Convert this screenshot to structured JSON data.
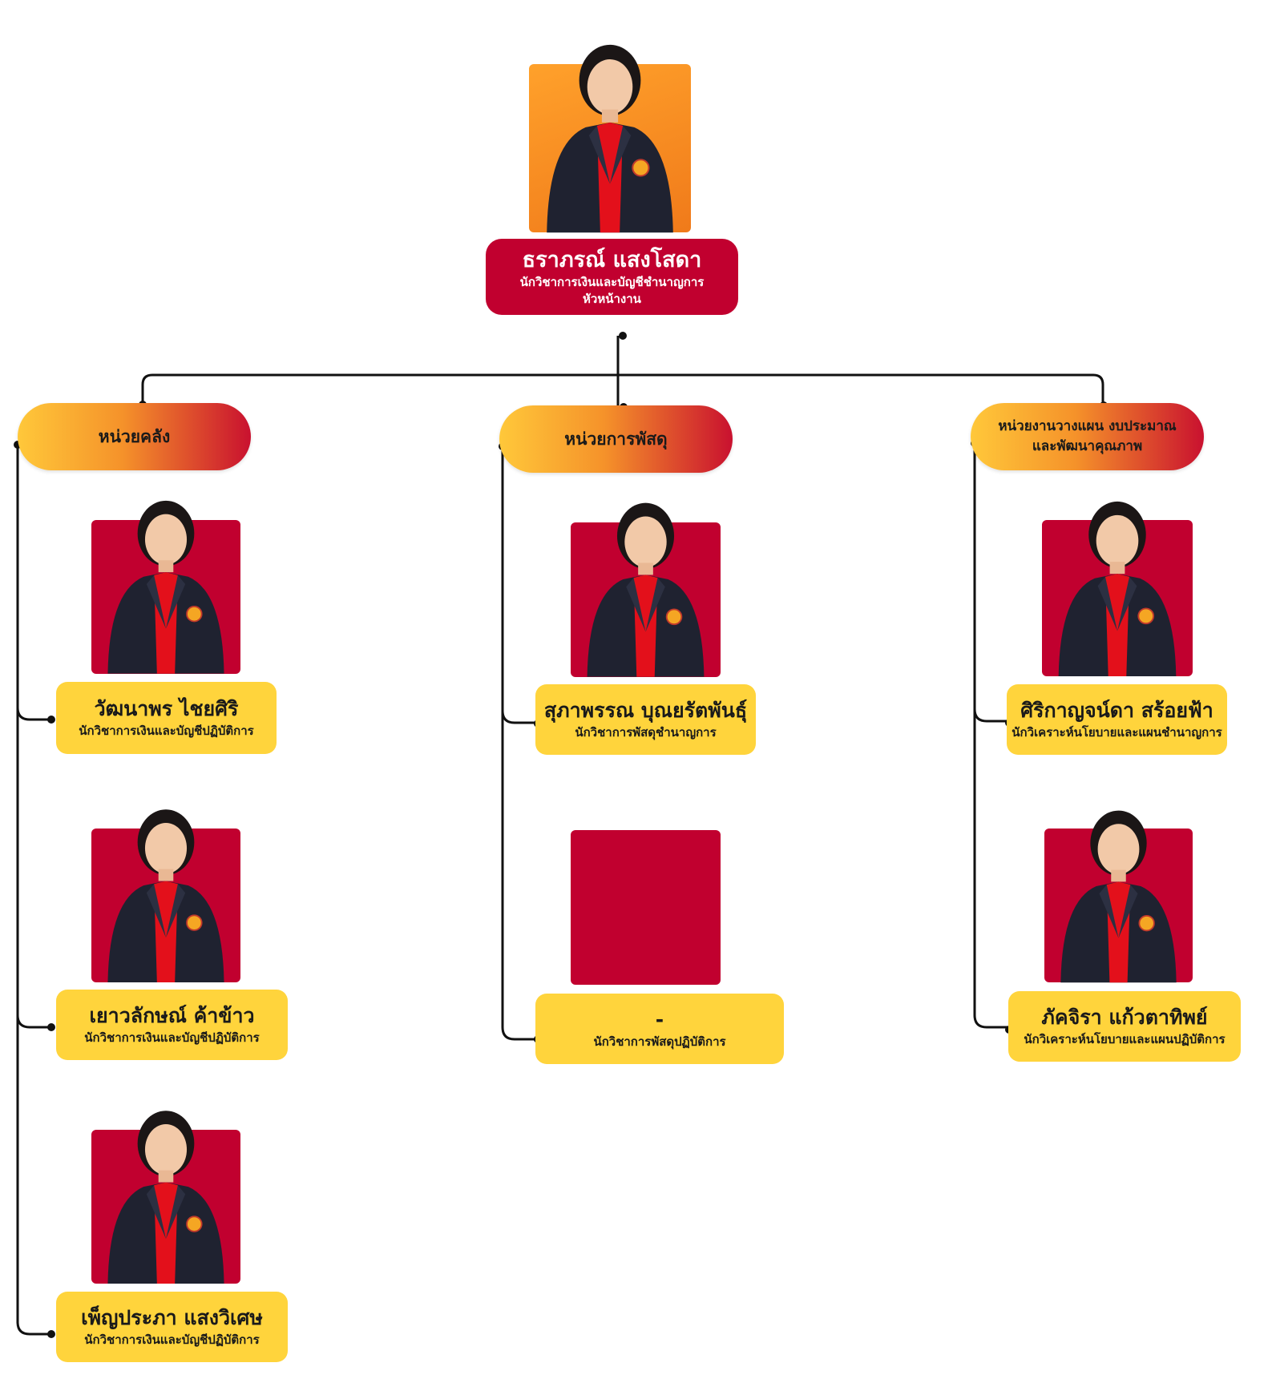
{
  "head": {
    "name": "ธราภรณ์ แสงโสดา",
    "role": "นักวิชาการเงินและบัญชีชำนาญการ",
    "subrole": "หัวหน้างาน",
    "photo_bg": "#f7941d"
  },
  "units": [
    {
      "title_lines": [
        "หน่วยคลัง"
      ],
      "members": [
        {
          "name": "วัฒนาพร ไชยศิริ",
          "role": "นักวิชาการเงินและบัญชีปฏิบัติการ",
          "has_photo": true
        },
        {
          "name": "เยาวลักษณ์ ค้าข้าว",
          "role": "นักวิชาการเงินและบัญชีปฏิบัติการ",
          "has_photo": true
        },
        {
          "name": "เพ็ญประภา แสงวิเศษ",
          "role": "นักวิชาการเงินและบัญชีปฏิบัติการ",
          "has_photo": true
        }
      ]
    },
    {
      "title_lines": [
        "หน่วยการพัสดุ"
      ],
      "members": [
        {
          "name": "สุภาพรรณ บุณยรัตพันธุ์",
          "role": "นักวิชาการพัสดุชำนาญการ",
          "has_photo": true
        },
        {
          "name": "-",
          "role": "นักวิชาการพัสดุปฏิบัติการ",
          "has_photo": false
        }
      ]
    },
    {
      "title_lines": [
        "หน่วยงานวางแผน งบประมาณ",
        "และพัฒนาคุณภาพ"
      ],
      "members": [
        {
          "name": "ศิริกาญจน์ดา สร้อยฟ้า",
          "role": "นักวิเคราะห์นโยบายและแผนชำนาญการ",
          "has_photo": true
        },
        {
          "name": "ภัคจิรา แก้วตาทิพย์",
          "role": "นักวิเคราะห์นโยบายและแผนปฏิบัติการ",
          "has_photo": true
        }
      ]
    }
  ],
  "colors": {
    "head_box": "#c1002f",
    "photo_bg": "#c1002f",
    "card": "#ffd43c",
    "pill_start": "#ffc83a",
    "pill_end": "#c9112f",
    "connector": "#111111"
  }
}
